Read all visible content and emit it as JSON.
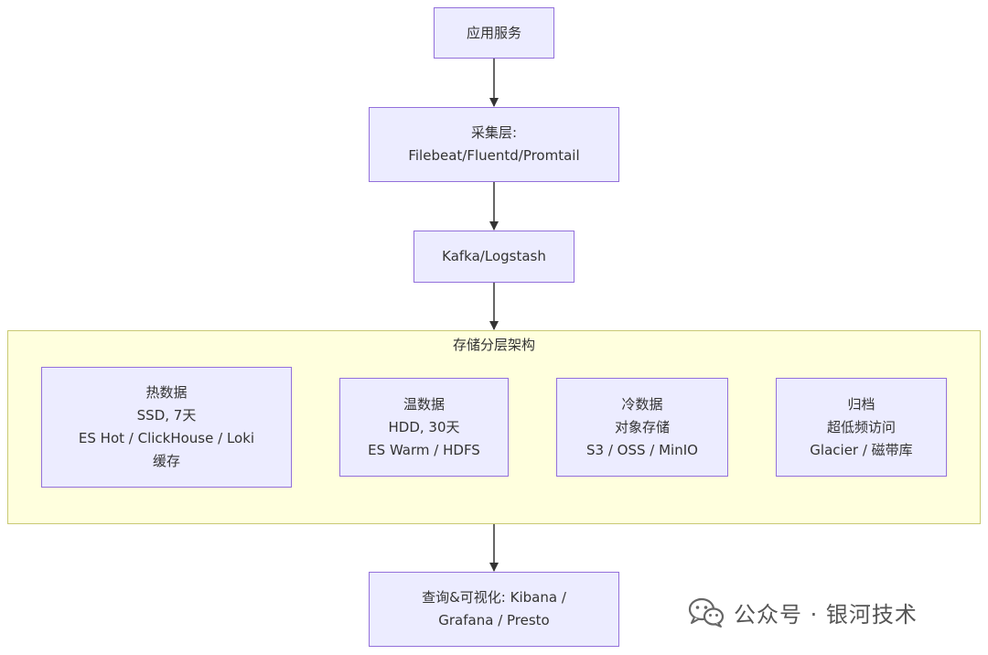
{
  "nodes": {
    "app": {
      "lines": [
        "应用服务"
      ]
    },
    "collect": {
      "lines": [
        "采集层:",
        "Filebeat/Fluentd/Promtail"
      ]
    },
    "kafka": {
      "lines": [
        "Kafka/Logstash"
      ]
    },
    "hot": {
      "lines": [
        "热数据",
        "SSD, 7天",
        "ES Hot / ClickHouse / Loki",
        "缓存"
      ]
    },
    "warm": {
      "lines": [
        "温数据",
        "HDD, 30天",
        "ES Warm / HDFS"
      ]
    },
    "cold": {
      "lines": [
        "冷数据",
        "对象存储",
        "S3 / OSS / MinIO"
      ]
    },
    "archive": {
      "lines": [
        "归档",
        "超低频访问",
        "Glacier / 磁带库"
      ]
    },
    "query": {
      "lines": [
        "查询&可视化: Kibana /",
        "Grafana / Presto"
      ]
    }
  },
  "cluster": {
    "title": "存储分层架构"
  },
  "watermark": {
    "text": "公众号 · 银河技术"
  },
  "colors": {
    "node_fill": "#ececff",
    "node_border": "#9370db",
    "cluster_fill": "#ffffde",
    "cluster_border": "#c9c973",
    "edge": "#333333"
  }
}
